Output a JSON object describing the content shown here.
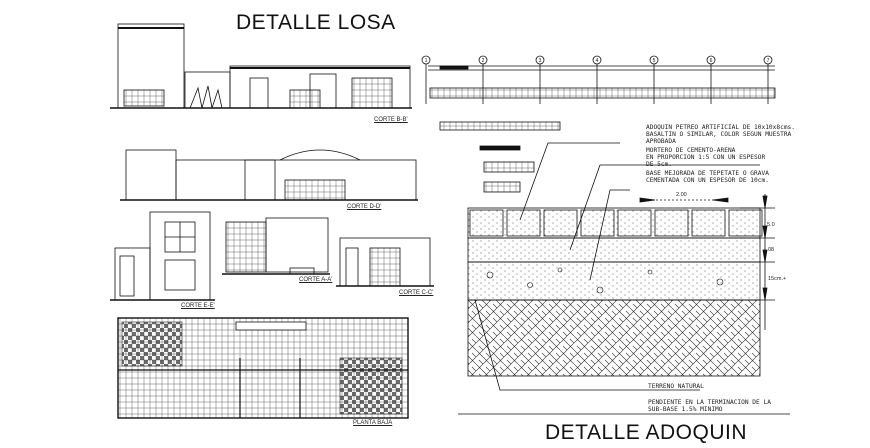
{
  "titles": {
    "losa": "DETALLE LOSA",
    "adoquin": "DETALLE ADOQUIN"
  },
  "section_labels": {
    "corte_b": "CORTE B-B'",
    "corte_d": "CORTE D-D'",
    "corte_e": "CORTE E-E'",
    "corte_a": "CORTE A-A'",
    "corte_c": "CORTE C-C'",
    "planta_baja": "PLANTA BAJA"
  },
  "grid_axes": [
    "1",
    "2",
    "3",
    "4",
    "5",
    "6",
    "7"
  ],
  "adoquin_notes": {
    "adoquin": "ADOQUIN PETREO ARTIFICIAL DE 10x10x8cms.\nBASALTIN O SIMILAR, COLOR SEGUN MUESTRA\nAPROBADA",
    "mortero": "MORTERO DE CEMENTO-ARENA\nEN PROPORCION 1:5 CON UN ESPESOR\nDE 5cm.",
    "base": "BASE MEJORADA DE TEPETATE O GRAVA\nCEMENTADA CON UN ESPESOR DE 10cm.",
    "terreno": "TERRENO NATURAL",
    "pendiente": "PENDIENTE EN LA TERMINACION DE LA\nSUB-BASE 1.5% MINIMO"
  },
  "dimensions": {
    "width": "2.00",
    "d1": "5.0",
    "d2": "08",
    "d3": "15cm.+"
  },
  "colors": {
    "line": "#111111",
    "background": "#ffffff"
  }
}
